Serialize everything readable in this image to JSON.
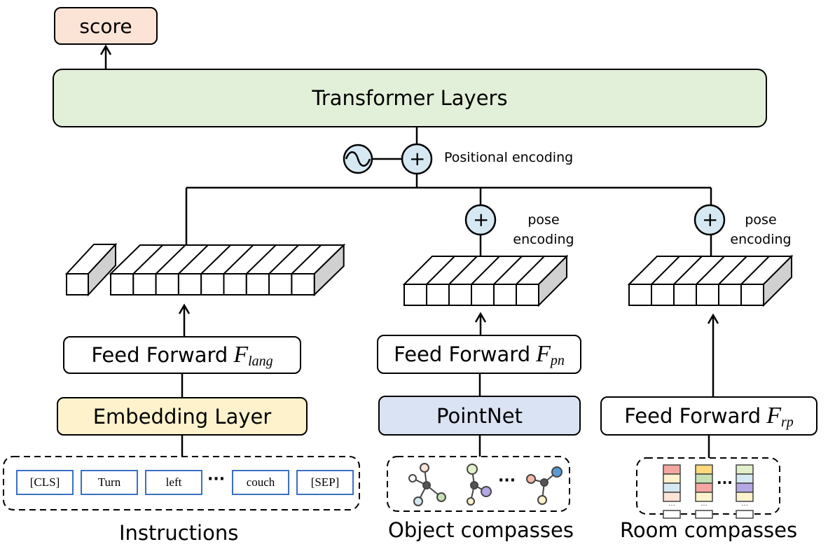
{
  "score_label": "score",
  "transformer_label": "Transformer Layers",
  "positional_encoding_label": "Positional encoding",
  "pose_encoding_label_1": [
    "pose",
    "encoding"
  ],
  "pose_encoding_label_2": [
    "pose",
    "encoding"
  ],
  "plus_symbol": "+",
  "feed_forward_lang": {
    "label": "Feed Forward",
    "symbol": "F",
    "subscript": "lang"
  },
  "feed_forward_pn": {
    "label": "Feed Forward",
    "symbol": "F",
    "subscript": "pn"
  },
  "feed_forward_rp": {
    "label": "Feed Forward",
    "symbol": "F",
    "subscript": "rp"
  },
  "embedding_label": "Embedding Layer",
  "pointnet_label": "PointNet",
  "tokens": [
    "[CLS]",
    "Turn",
    "left",
    "couch",
    "[SEP]"
  ],
  "ellipsis": "···",
  "captions": {
    "instructions": "Instructions",
    "object_compasses": "Object compasses",
    "room_compasses": "Room compasses"
  },
  "colors": {
    "score_fill": "#fbe3d6",
    "transformer_fill": "#e3f0d9",
    "embedding_fill": "#fdf2cc",
    "pointnet_fill": "#dae3f3",
    "encoding_circle_fill": "#d6e9f2",
    "token_border": "#3b6fc4",
    "cell_side": "#d0d0d0"
  }
}
